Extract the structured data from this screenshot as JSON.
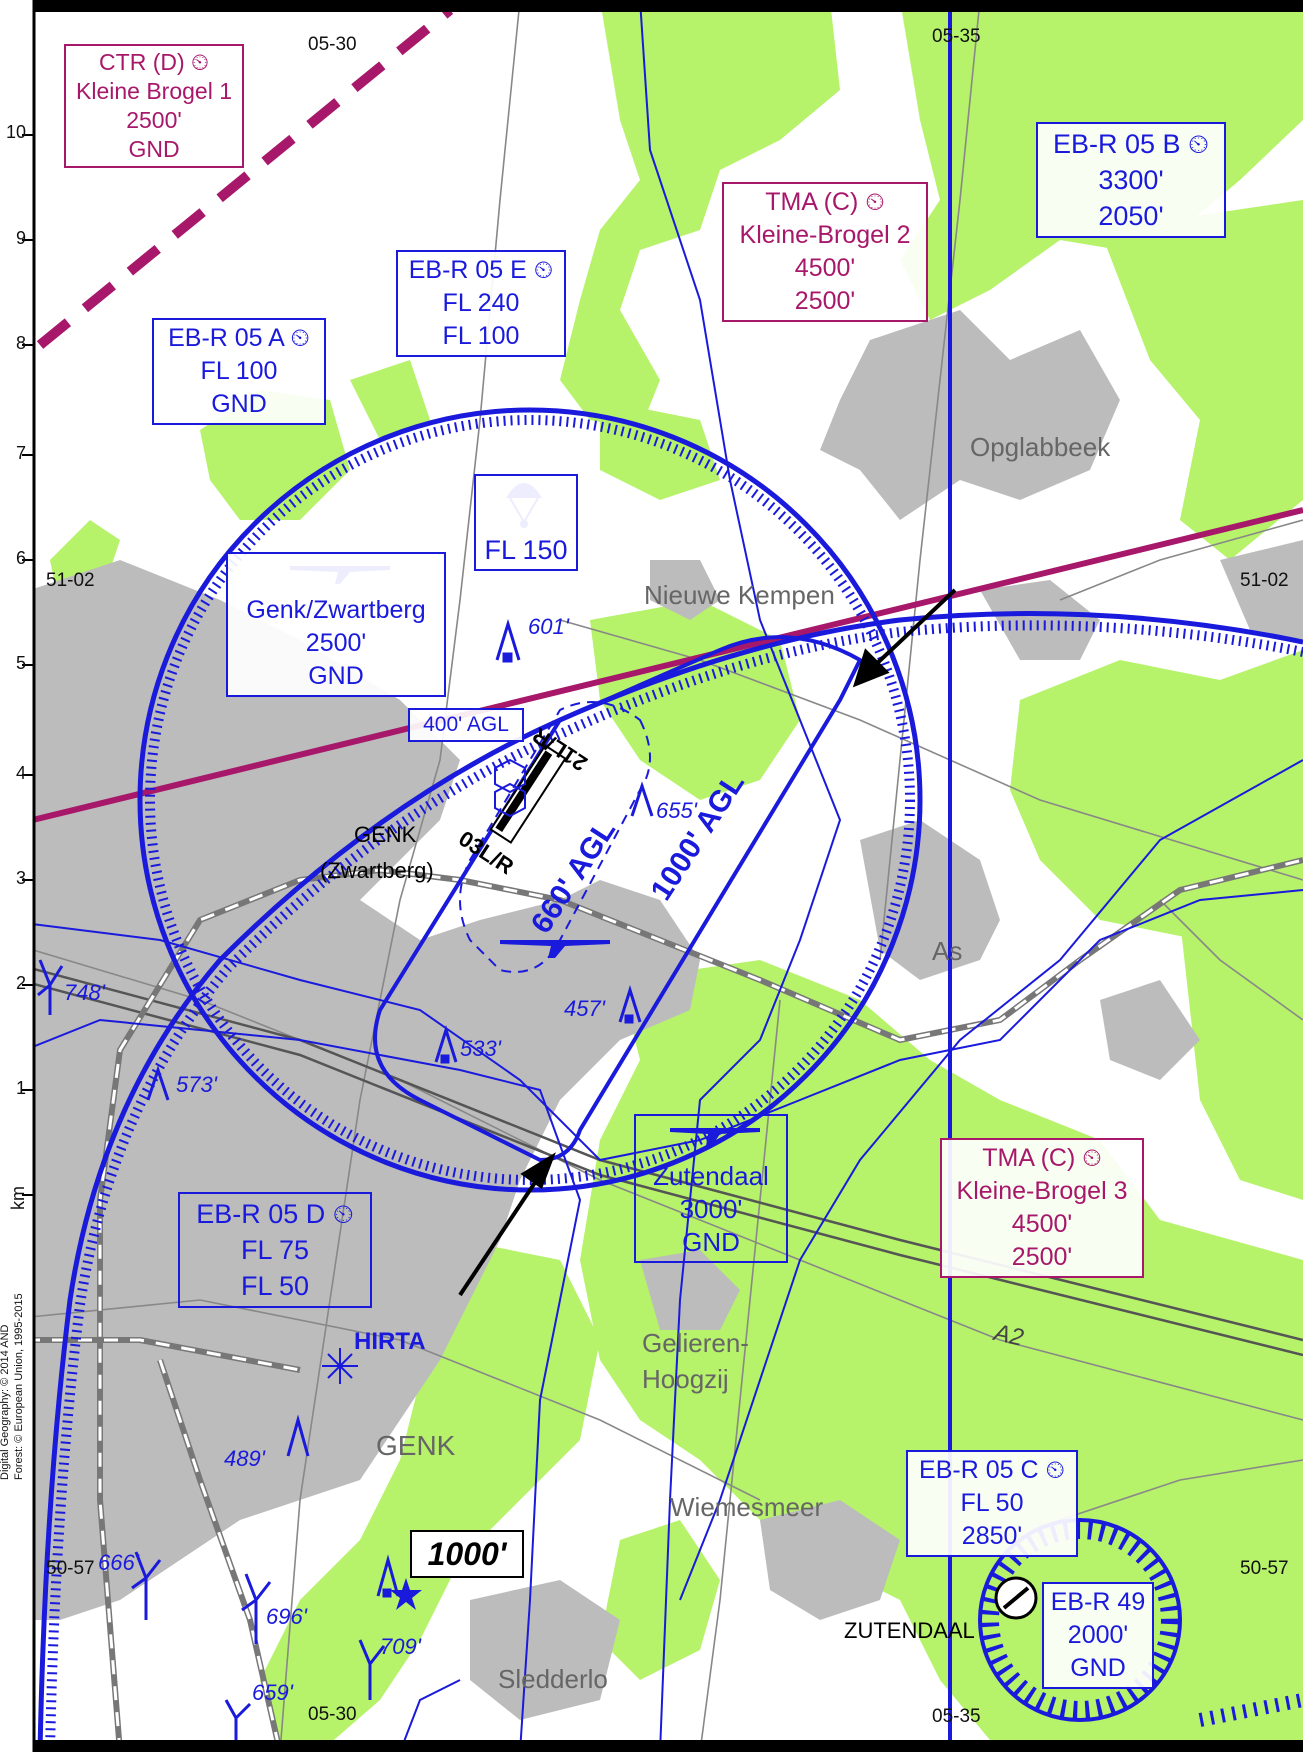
{
  "airspaces": {
    "ctr_kb1": {
      "l1": "CTR (D) ⏲",
      "l2": "Kleine Brogel 1",
      "l3": "2500'",
      "l4": "GND"
    },
    "ebr05e": {
      "l1": "EB-R 05 E ⏲",
      "l2": "FL 240",
      "l3": "FL 100"
    },
    "ebr05a": {
      "l1": "EB-R 05 A ⏲",
      "l2": "FL 100",
      "l3": "GND"
    },
    "tma_kb2": {
      "l1": "TMA (C) ⏲",
      "l2": "Kleine-Brogel 2",
      "l3": "4500'",
      "l4": "2500'"
    },
    "ebr05b": {
      "l1": "EB-R 05 B ⏲",
      "l2": "3300'",
      "l3": "2050'"
    },
    "genk_zwartberg": {
      "l1": "Genk/Zwartberg",
      "l2": "2500'",
      "l3": "GND"
    },
    "parachute": {
      "l1": "FL 150"
    },
    "agl400": {
      "l1": "400' AGL"
    },
    "zutendaal": {
      "l1": "Zutendaal",
      "l2": "3000'",
      "l3": "GND"
    },
    "ebr05d": {
      "l1": "EB-R 05 D ⏲",
      "l2": "FL 75",
      "l3": "FL 50"
    },
    "tma_kb3": {
      "l1": "TMA (C) ⏲",
      "l2": "Kleine-Brogel 3",
      "l3": "4500'",
      "l4": "2500'"
    },
    "ebr05c": {
      "l1": "EB-R 05 C ⏲",
      "l2": "FL 50",
      "l3": "2850'"
    },
    "ebr49": {
      "l1": "EB-R 49",
      "l2": "2000'",
      "l3": "GND"
    },
    "alt1000": {
      "l1": "1000'"
    }
  },
  "places": {
    "opglabbeek": "Opglabbeek",
    "nieuwe_kempen": "Nieuwe Kempen",
    "as": "As",
    "gelieren1": "Gelieren-",
    "gelieren2": "Hoogzij",
    "genk_town": "GENK",
    "wiemesmeer": "Wiemesmeer",
    "sledderlo": "Sledderlo",
    "zutendaal_town": "ZUTENDAAL",
    "hirta": "HIRTA",
    "a2": "A2",
    "genk_ad1": "GENK",
    "genk_ad2": "(Zwartberg)"
  },
  "runway": {
    "rwy_21": "21L/R",
    "rwy_03": "03L/R",
    "agl660": "660' AGL",
    "agl1000": "1000' AGL"
  },
  "elevations": {
    "e601": "601'",
    "e655": "655'",
    "e457": "457'",
    "e533": "533'",
    "e748": "748'",
    "e573": "573'",
    "e489": "489'",
    "e666": "666'",
    "e696": "696'",
    "e709": "709'",
    "e659": "659'"
  },
  "grid": {
    "top_0530": "05-30",
    "top_0535": "05-35",
    "bot_0530": "05-30",
    "bot_0535": "05-35",
    "lat_5102_l": "51-02",
    "lat_5102_r": "51-02",
    "lat_5057_l": "50-57",
    "lat_5057_r": "50-57",
    "scale": [
      "10",
      "9",
      "8",
      "7",
      "6",
      "5",
      "4",
      "3",
      "2",
      "1"
    ],
    "km": "km"
  },
  "credits": {
    "line1": "Digital Geography: © 2014 AND",
    "line2": "Forest: © European Union, 1995-2015"
  },
  "colors": {
    "forest": "#b6f26a",
    "urban": "#bcbcbc",
    "airspace": "#1a1adc",
    "tma": "#a8186a"
  }
}
